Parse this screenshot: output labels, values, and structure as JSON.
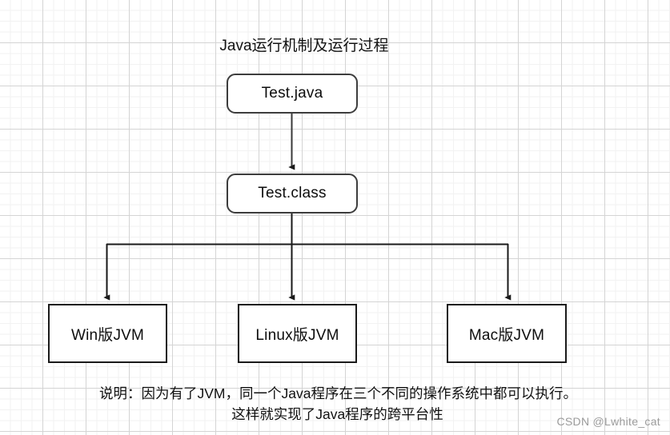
{
  "diagram": {
    "title": "Java运行机制及运行过程",
    "nodes": {
      "test_java": "Test.java",
      "test_class": "Test.class",
      "win_jvm": "Win版JVM",
      "linux_jvm": "Linux版JVM",
      "mac_jvm": "Mac版JVM"
    },
    "caption": {
      "line1": "说明：因为有了JVM，同一个Java程序在三个不同的操作系统中都可以执行。",
      "line2": "这样就实现了Java程序的跨平台性"
    },
    "colors": {
      "stroke": "#2b2b2b",
      "rounded_stroke": "#3d3d3d",
      "text": "#111111",
      "background": "#ffffff",
      "grid_minor": "#f2f2f2",
      "grid_major": "#d4d4d4",
      "watermark": "#9b9b9b"
    },
    "connectors": [
      {
        "name": "test-java-to-test-class",
        "type": "arrow-down"
      },
      {
        "name": "test-class-to-branch",
        "type": "line-down"
      },
      {
        "name": "branch-bar",
        "type": "horizontal-bar"
      },
      {
        "name": "branch-to-win-jvm",
        "type": "arrow-down"
      },
      {
        "name": "branch-to-linux-jvm",
        "type": "arrow-down"
      },
      {
        "name": "branch-to-mac-jvm",
        "type": "arrow-down"
      }
    ]
  },
  "watermark": {
    "text": "CSDN @Lwhite_cat"
  }
}
